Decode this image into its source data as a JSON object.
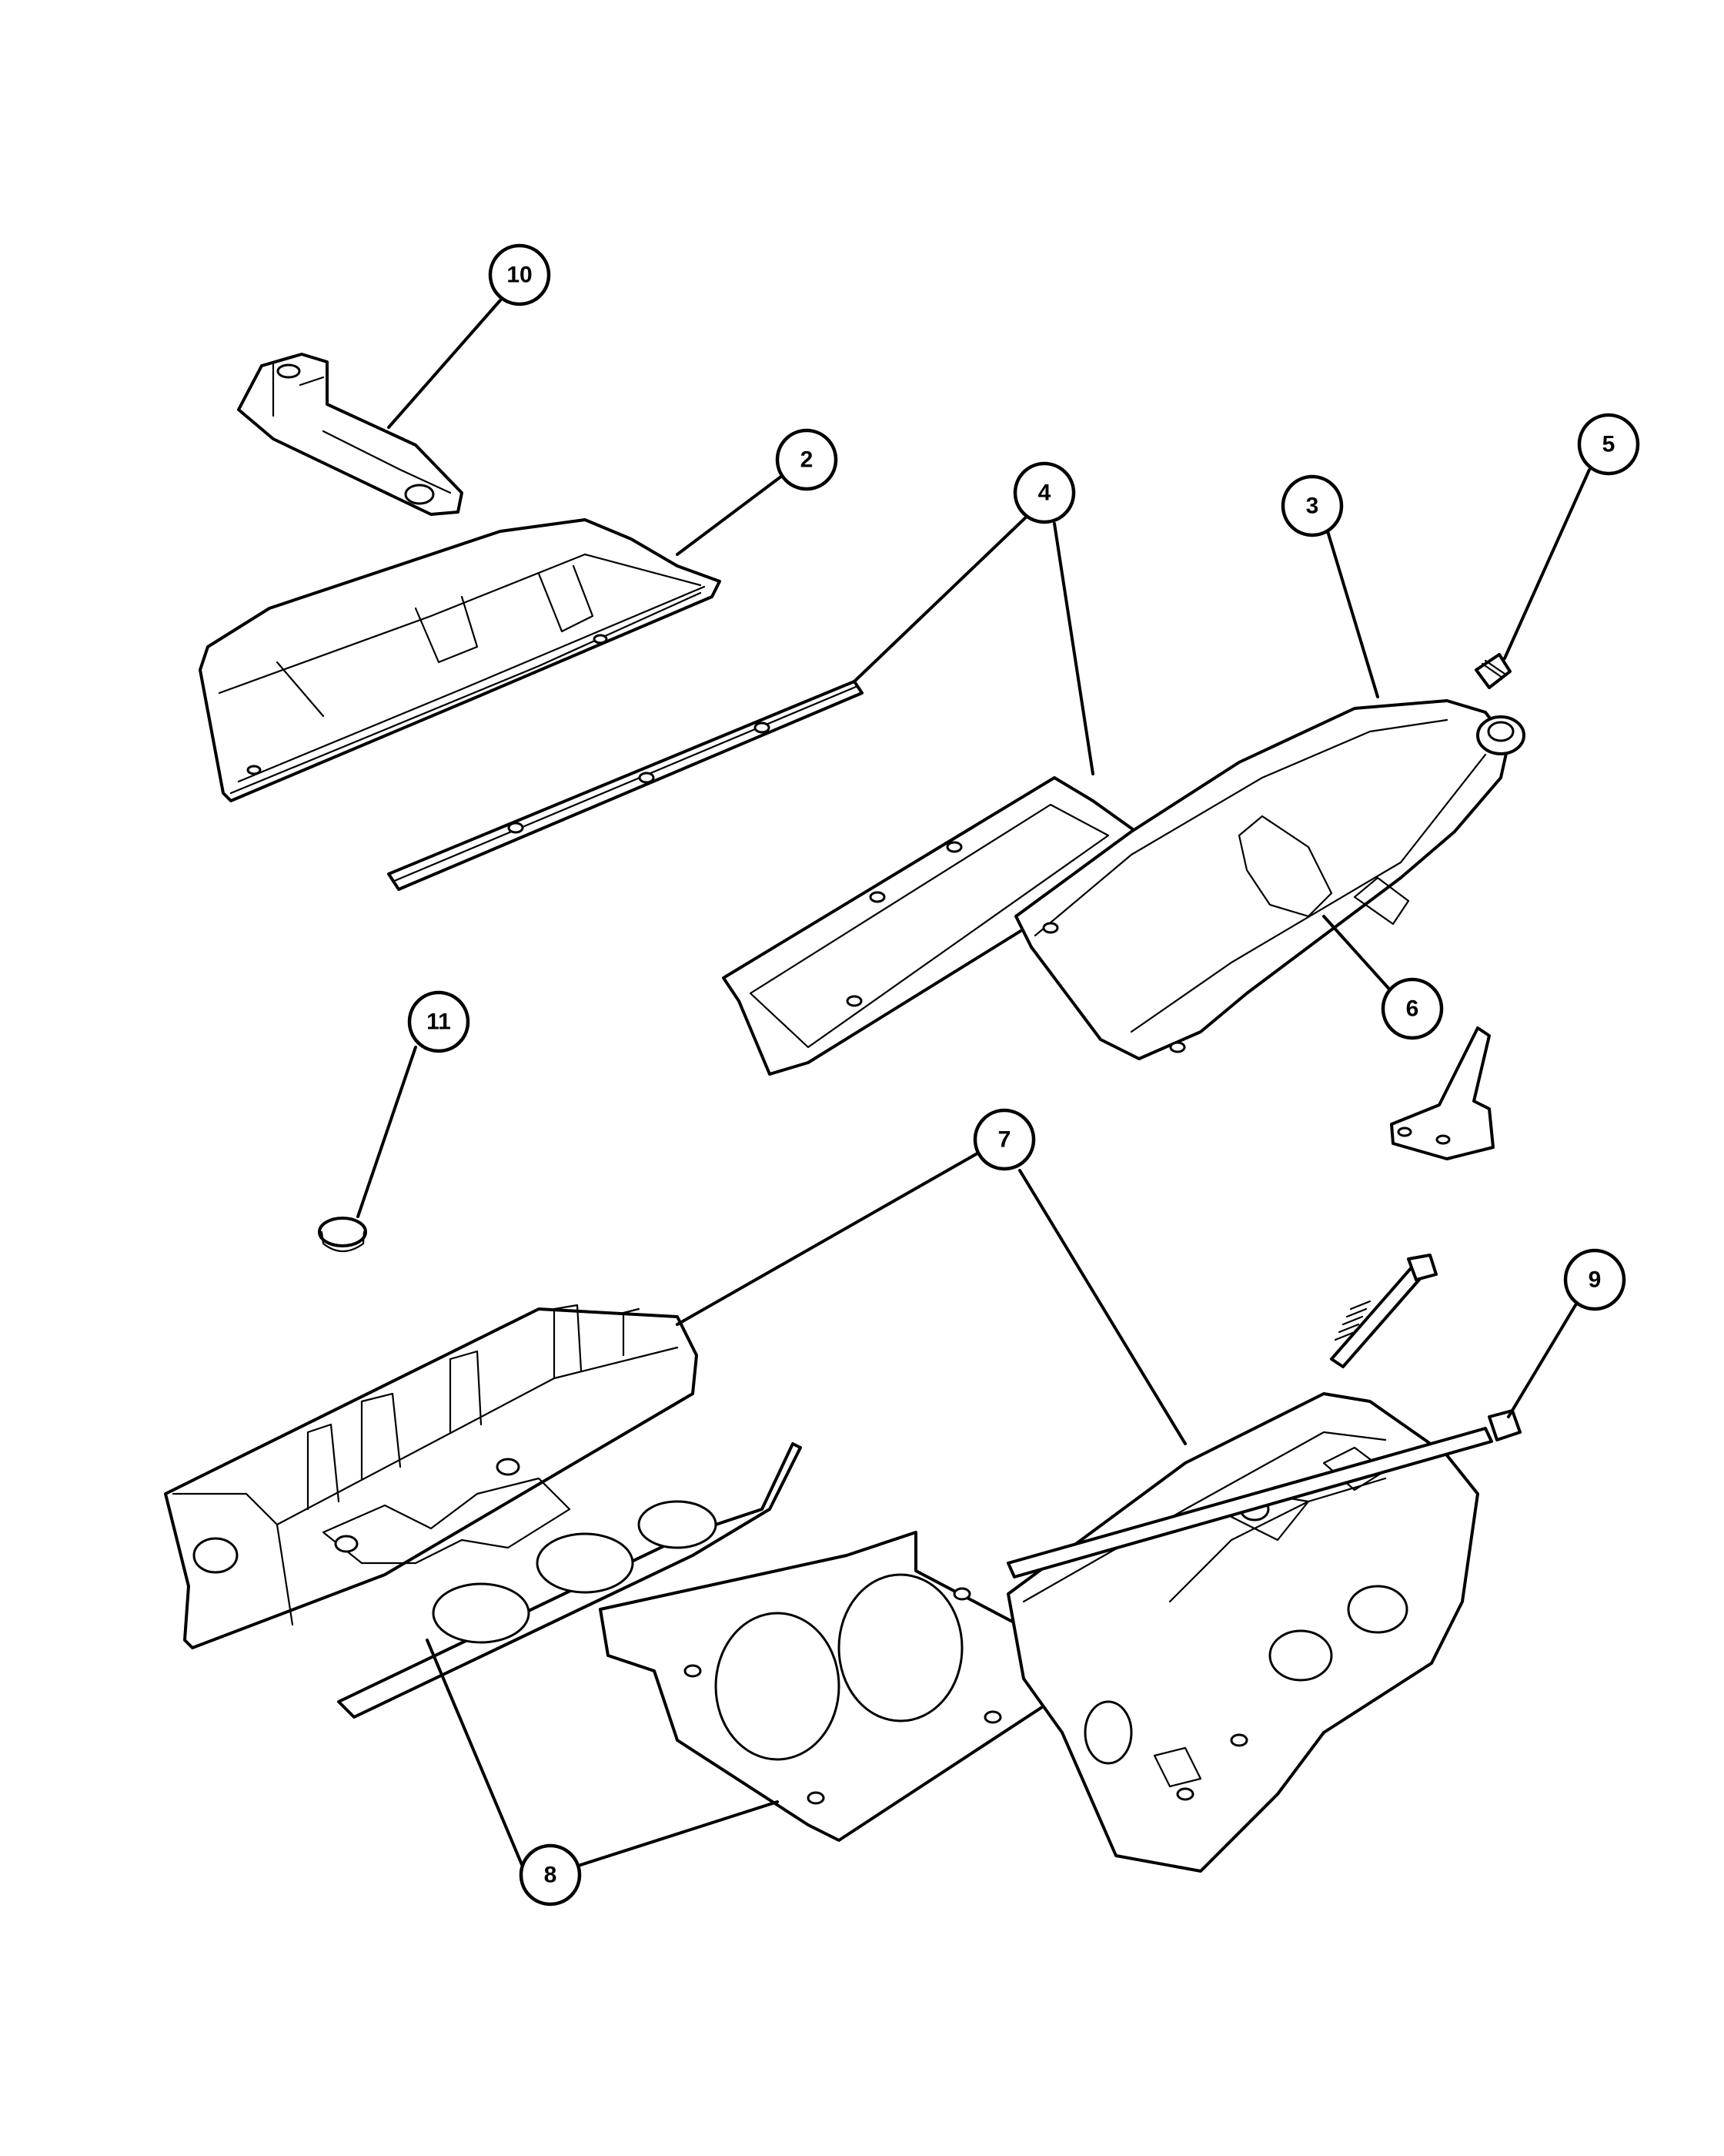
{
  "callouts": [
    {
      "id": "callout-10",
      "label": "10"
    },
    {
      "id": "callout-2",
      "label": "2"
    },
    {
      "id": "callout-4",
      "label": "4"
    },
    {
      "id": "callout-3",
      "label": "3"
    },
    {
      "id": "callout-5",
      "label": "5"
    },
    {
      "id": "callout-6",
      "label": "6"
    },
    {
      "id": "callout-11",
      "label": "11"
    },
    {
      "id": "callout-7",
      "label": "7"
    },
    {
      "id": "callout-9",
      "label": "9"
    },
    {
      "id": "callout-8",
      "label": "8"
    }
  ]
}
